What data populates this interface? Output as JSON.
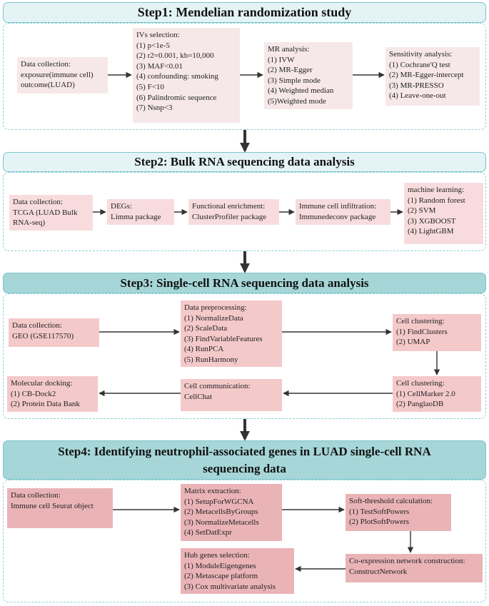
{
  "step1": {
    "title": "Step1: Mendelian randomization study",
    "data_collection": [
      "Data collection:",
      "exposure(immune cell)",
      "outcome(LUAD)"
    ],
    "ivs": [
      "IVs selection:",
      "(1) p<1e-5",
      "(2) r2=0.001, kb=10,000",
      "(3) MAF<0.01",
      "(4) confounding: smoking",
      "(5) F<10",
      "(6) Palindromic sequence",
      "(7) Nsnp<3"
    ],
    "mr": [
      "MR analysis:",
      "(1) IVW",
      "(2) MR-Egger",
      "(3) Simple mode",
      "(4) Weighted median",
      "(5)Weighted mode"
    ],
    "sensitivity": [
      "Sensitivity analysis:",
      "(1) Cochrane'Q test",
      "(2) MR-Egger-intercept",
      "(3) MR-PRESSO",
      "(4) Leave-one-out"
    ]
  },
  "step2": {
    "title": "Step2: Bulk RNA sequencing data analysis",
    "data_collection": [
      "Data collection:",
      "TCGA (LUAD Bulk",
      "RNA-seq)"
    ],
    "degs": [
      "DEGs:",
      "Limma package"
    ],
    "enrichment": [
      "Functional enrichment:",
      "ClusterProfiler package"
    ],
    "immune": [
      "Immune cell infiltration:",
      "Immunedeconv package"
    ],
    "ml": [
      "machine learning:",
      "(1) Random forest",
      "(2) SVM",
      "(3) XGBOOST",
      "(4) LightGBM"
    ]
  },
  "step3": {
    "title": "Step3: Single-cell RNA sequencing data analysis",
    "data_collection": [
      "Data collection:",
      "GEO (GSE117570)"
    ],
    "preprocessing": [
      "Data preprocessing:",
      "(1) NormalizeData",
      "(2) ScaleData",
      "(3) FindVariableFeatures",
      "(4) RunPCA",
      "(5) RunHarmony"
    ],
    "clustering1": [
      "Cell clustering:",
      "(1) FindClusters",
      "(2) UMAP"
    ],
    "clustering2": [
      "Cell clustering:",
      "(1) CellMarker 2.0",
      "(2) PanglaoDB"
    ],
    "communication": [
      "Cell communication:",
      "CellChat"
    ],
    "docking": [
      "Molecular docking:",
      "(1) CB-Dock2",
      "(2) Protein Data Bank"
    ]
  },
  "step4": {
    "title_line1": "Step4: Identifying neutrophil-associated genes in LUAD single-cell RNA",
    "title_line2": "sequencing data",
    "data_collection": [
      "Data collection:",
      "Immune cell Seurat object"
    ],
    "matrix": [
      "Matrix extraction:",
      "(1) SetupForWGCNA",
      "(2) MetacellsByGroups",
      "(3) NormalizeMetacells",
      "(4) SetDatExpr"
    ],
    "soft": [
      "Soft-threshold calculation:",
      "(1) TestSoftPowers",
      "(2) PlotSoftPowers"
    ],
    "coexp": [
      "Co-expression network construction:",
      "ConstructNetwork"
    ],
    "hub": [
      "Hub genes selection:",
      "(1) ModuleEigengenes",
      "(2) Metascape platform",
      "(3) Cox multivariate analysis"
    ]
  },
  "colors": {
    "banner_light": "#e4f4f6",
    "banner_dark": "#a6d6d7",
    "panel_border": "#8ccfd4",
    "box_step1": "#f6e8e9",
    "box_step2": "#f8dcdd",
    "box_step3": "#f4c9ca",
    "box_step4": "#eab4b6",
    "arrow": "#333333"
  }
}
